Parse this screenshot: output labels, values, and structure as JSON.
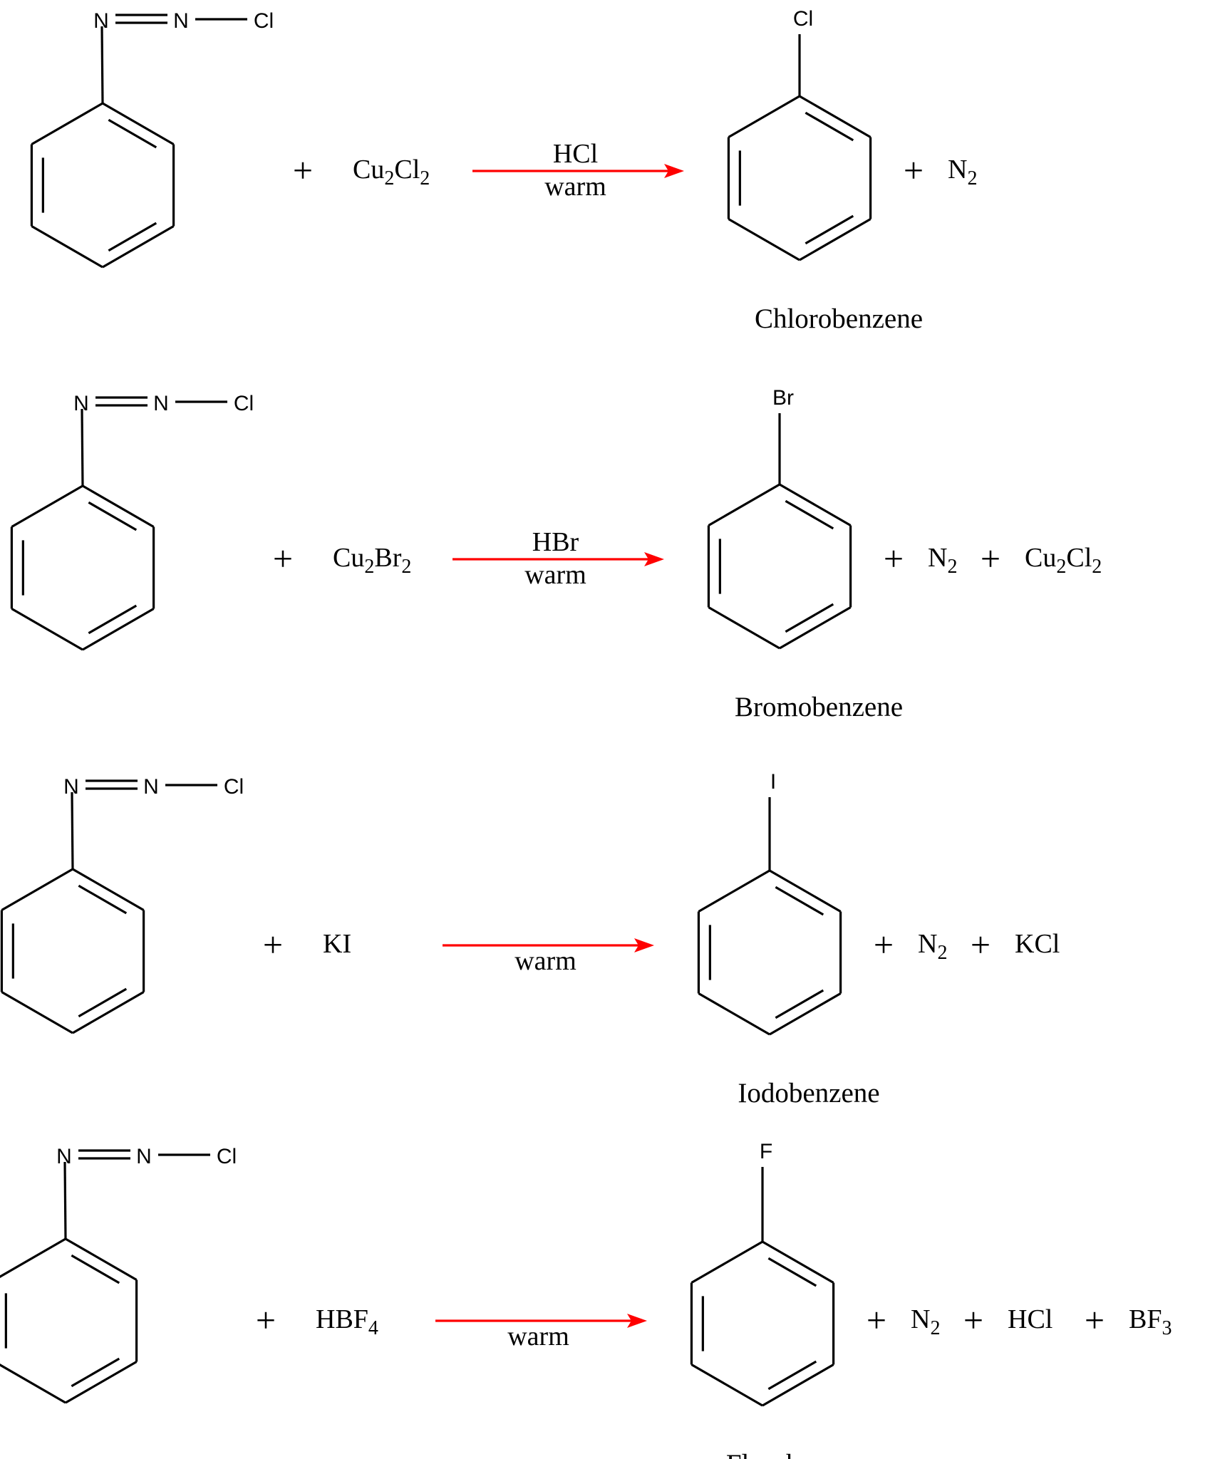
{
  "colors": {
    "arrow": "#ff0000",
    "ink": "#000000"
  },
  "reactant": {
    "n1": "N",
    "n2": "N",
    "cl": "Cl"
  },
  "plus": "+",
  "reactions": [
    {
      "reagent": [
        {
          "t": "Cu"
        },
        {
          "t": "2",
          "sub": true
        },
        {
          "t": "Cl"
        },
        {
          "t": "2",
          "sub": true
        }
      ],
      "above": "HCl",
      "below": "warm",
      "substituent": "Cl",
      "name": "Chlorobenzene",
      "byproducts": [
        [
          {
            "t": "N"
          },
          {
            "t": "2",
            "sub": true
          }
        ]
      ]
    },
    {
      "reagent": [
        {
          "t": "Cu"
        },
        {
          "t": "2",
          "sub": true
        },
        {
          "t": "Br"
        },
        {
          "t": "2",
          "sub": true
        }
      ],
      "above": "HBr",
      "below": "warm",
      "substituent": "Br",
      "name": "Bromobenzene",
      "byproducts": [
        [
          {
            "t": "N"
          },
          {
            "t": "2",
            "sub": true
          }
        ],
        [
          {
            "t": "Cu"
          },
          {
            "t": "2",
            "sub": true
          },
          {
            "t": "Cl"
          },
          {
            "t": "2",
            "sub": true
          }
        ]
      ]
    },
    {
      "reagent": [
        {
          "t": "KI"
        }
      ],
      "above": "",
      "below": "warm",
      "substituent": "I",
      "name": "Iodobenzene",
      "byproducts": [
        [
          {
            "t": "N"
          },
          {
            "t": "2",
            "sub": true
          }
        ],
        [
          {
            "t": "KCl"
          }
        ]
      ]
    },
    {
      "reagent": [
        {
          "t": "HBF"
        },
        {
          "t": "4",
          "sub": true
        }
      ],
      "above": "",
      "below": "warm",
      "substituent": "F",
      "name": "Flurobenzene",
      "byproducts": [
        [
          {
            "t": "N"
          },
          {
            "t": "2",
            "sub": true
          }
        ],
        [
          {
            "t": "HCl"
          }
        ],
        [
          {
            "t": "BF"
          },
          {
            "t": "3",
            "sub": true
          }
        ]
      ]
    }
  ]
}
